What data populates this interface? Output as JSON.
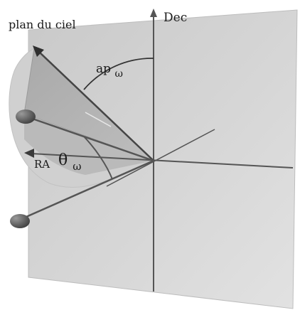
{
  "diagram": {
    "plane_label": "plan du ciel",
    "axis_dec_label": "Dec",
    "axis_ra_label": "RA",
    "angle_ap_label": "ap",
    "angle_ap_subscript": "ω",
    "angle_theta_label": "θ",
    "angle_theta_subscript": "ω"
  }
}
